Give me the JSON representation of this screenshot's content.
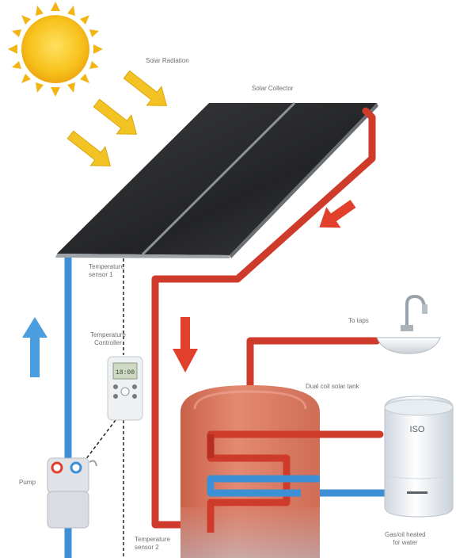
{
  "diagram": {
    "labels": {
      "solar_radiation": "Solar Radiation",
      "solar_collector": "Solar Collector",
      "temperature_sensor_1": [
        "Temperature",
        "sensor 1"
      ],
      "temperature_controller": [
        "Temperature",
        "Controller"
      ],
      "pump": "Pump",
      "to_taps": "To taps",
      "dual_coil_solar_tank": "Dual coil solar tank",
      "temperature_sensor_2": [
        "Temperature",
        "sensor 2"
      ],
      "boiler_label": [
        "Gas/oil heated",
        "for water"
      ],
      "boiler_brand": "ISO"
    },
    "controller_display": "18:00",
    "colors": {
      "hot_pipe": "#cf3b2b",
      "cold_pipe": "#3d8fd6",
      "hot_arrow": "#e0402c",
      "cold_arrow": "#4a9ee0",
      "sun": "#f7c21c",
      "panel": "#2c2d2f",
      "sunray_arrow": "#f2c323",
      "sensor_wire": "#222222"
    },
    "icons": [
      "sun-icon",
      "solar-radiation-arrow-icon",
      "flow-arrow-icon",
      "faucet-icon",
      "pump-icon",
      "controller-icon",
      "boiler-icon"
    ]
  }
}
